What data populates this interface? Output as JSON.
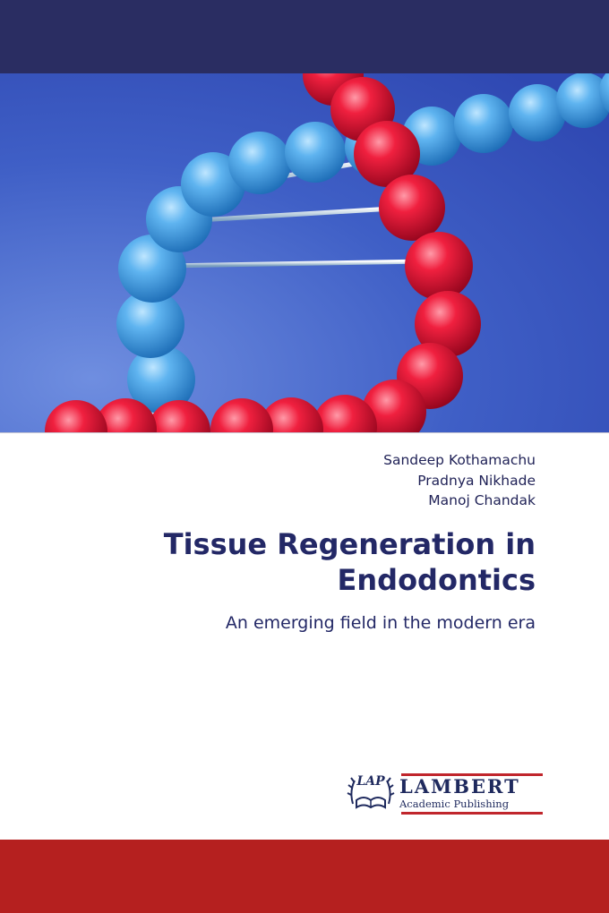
{
  "cover": {
    "authors": [
      "Sandeep Kothamachu",
      "Pradnya Nikhade",
      "Manoj Chandak"
    ],
    "title": "Tissue Regeneration in Endodontics",
    "subtitle": "An emerging field in the modern era",
    "image_subject": "dna-double-helix",
    "colors": {
      "top_band": "#2a2d62",
      "bottom_band": "#b5201f",
      "title_text": "#232866",
      "art_background": "#3e5cc4",
      "helix_blue": "#4aa3e6",
      "helix_red": "#e01440"
    }
  },
  "publisher": {
    "seal_text": "LAP",
    "name": "LAMBERT",
    "tagline": "Academic Publishing"
  }
}
